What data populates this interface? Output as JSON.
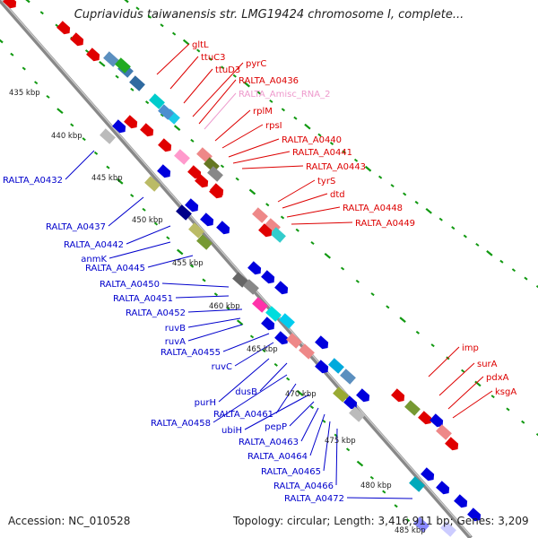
{
  "title": "Cupriavidus taiwanensis str. LMG19424 chromosome I, complete...",
  "footer": {
    "accession": "Accession: NC_010528",
    "topology": "Topology: circular; Length: 3,416,911 bp; Genes: 3,209"
  },
  "scale_labels": [
    "435 kbp",
    "440 kbp",
    "445 kbp",
    "450 kbp",
    "455 kbp",
    "460 kbp",
    "465 kbp",
    "470 kbp",
    "475 kbp",
    "480 kbp",
    "485 kbp"
  ],
  "colors": {
    "forward_label": "#dd0000",
    "reverse_label": "#0000cc",
    "rna_label": "#ee99cc",
    "backbone": "#888888",
    "tick": "#119911"
  },
  "labels_forward": [
    "gltL",
    "ttuC3",
    "ttuD3",
    "pyrC",
    "RALTA_A0436",
    "RALTA_Amisc_RNA_2",
    "rplM",
    "rpsI",
    "RALTA_A0440",
    "RALTA_A0441",
    "RALTA_A0443",
    "tyrS",
    "dtd",
    "RALTA_A0448",
    "RALTA_A0449",
    "imp",
    "surA",
    "pdxA",
    "ksgA"
  ],
  "labels_reverse": [
    "RALTA_A0432",
    "RALTA_A0437",
    "RALTA_A0442",
    "anmK",
    "RALTA_A0445",
    "RALTA_A0450",
    "RALTA_A0451",
    "RALTA_A0452",
    "ruvB",
    "ruvA",
    "RALTA_A0455",
    "ruvC",
    "purH",
    "dusB",
    "RALTA_A0458",
    "RALTA_A0461",
    "ubiH",
    "pepP",
    "RALTA_A0463",
    "RALTA_A0464",
    "RALTA_A0465",
    "RALTA_A0466",
    "RALTA_A0472"
  ]
}
